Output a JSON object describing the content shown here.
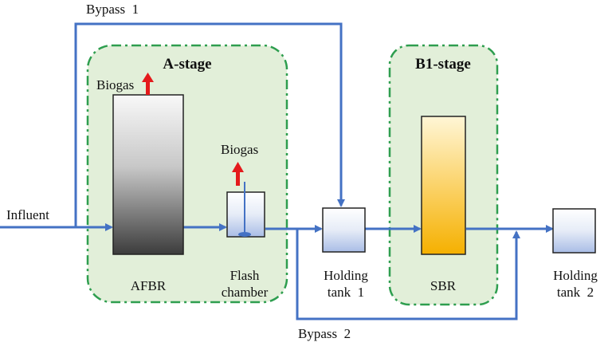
{
  "diagram": {
    "stages": {
      "a_stage": "A-stage",
      "b1_stage": "B1-stage"
    },
    "labels": {
      "influent": "Influent",
      "bypass1": "Bypass  1",
      "bypass2": "Bypass  2",
      "biogas_afbr": "Biogas",
      "biogas_flash": "Biogas",
      "afbr": "AFBR",
      "flash_line1": "Flash",
      "flash_line2": "chamber",
      "holding1_line1": "Holding",
      "holding1_line2": "tank  1",
      "sbr": "SBR",
      "holding2_line1": "Holding",
      "holding2_line2": "tank  2"
    },
    "colors": {
      "pipe": "#4472c4",
      "stage_fill": "#e2efd9",
      "stage_border": "#2e9e4f",
      "biogas_arrow": "#e41a1c",
      "sbr_fill": "#f5b800"
    }
  }
}
